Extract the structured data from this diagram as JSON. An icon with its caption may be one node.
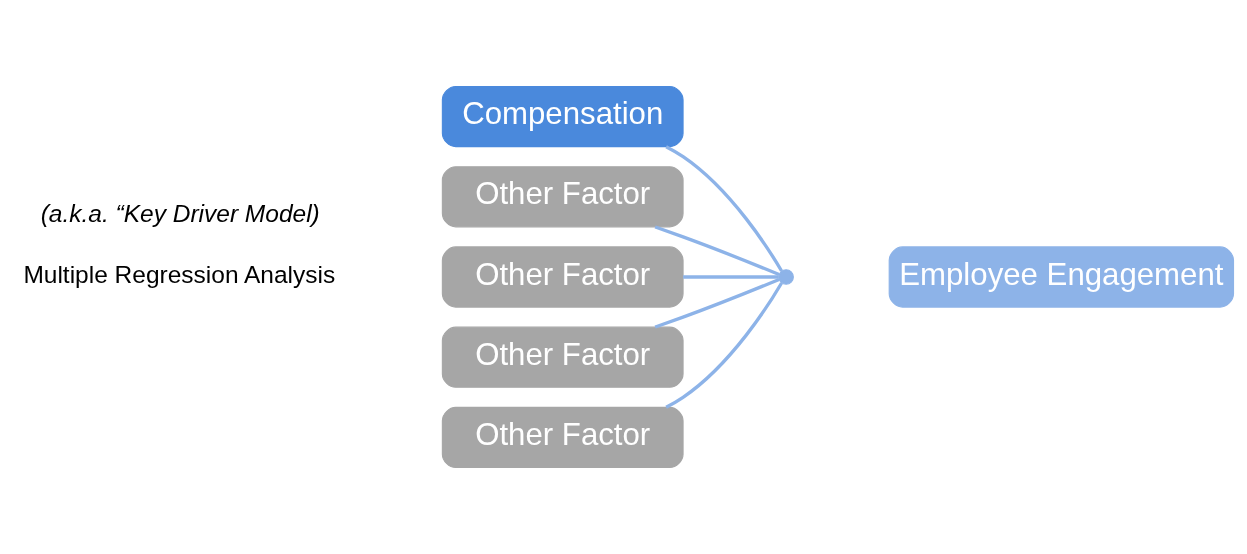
{
  "diagram": {
    "nodes": [
      {
        "text": [
          "Compensation"
        ]
      },
      {
        "text": [
          "Other Factor"
        ]
      },
      {
        "text": [
          "Other Factor"
        ]
      },
      {
        "text": [
          "Other Factor"
        ]
      },
      {
        "text": [
          "Other Factor"
        ]
      },
      {
        "text": [],
        "shape": "circle"
      },
      {
        "text": [
          "Employee Engagement"
        ]
      }
    ],
    "edges": [
      {
        "from": 0,
        "to": 5,
        "arrow": "none"
      },
      {
        "from": 1,
        "to": 5,
        "arrow": "none"
      },
      {
        "from": 2,
        "to": 5,
        "arrow": "none"
      },
      {
        "from": 3,
        "to": 5,
        "arrow": "none"
      },
      {
        "from": 4,
        "to": 5,
        "arrow": "none"
      }
    ],
    "labels": [
      "Multiple Regression Analysis",
      "(a.k.a. “Key Driver Model)"
    ]
  }
}
